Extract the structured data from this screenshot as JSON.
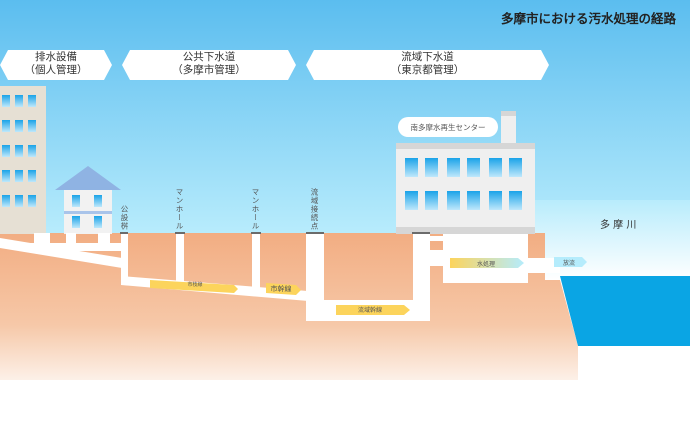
{
  "title": "多摩市における汚水処理の経路",
  "banners": [
    {
      "line1": "排水設備",
      "line2": "（個人管理）"
    },
    {
      "line1": "公共下水道",
      "line2": "（多摩市管理）"
    },
    {
      "line1": "流域下水道",
      "line2": "（東京都管理）"
    }
  ],
  "labels": {
    "public_basin": "公設桝",
    "manhole1": "マンホール",
    "manhole2": "マンホール",
    "connection_point": "流域接続点",
    "plant_name": "南多摩水再生センター",
    "river": "多 摩 川"
  },
  "flows": {
    "branch": "市枝線",
    "city_trunk": "市幹線",
    "regional_trunk": "流域幹線",
    "treatment": "水処理",
    "discharge": "放流"
  },
  "colors": {
    "sky_top": "#5bbdef",
    "sky_bottom": "#b8ecfc",
    "ground": "#f2ad82",
    "river": "#0aa5e4",
    "flow_arrow": "#fcd45c"
  }
}
